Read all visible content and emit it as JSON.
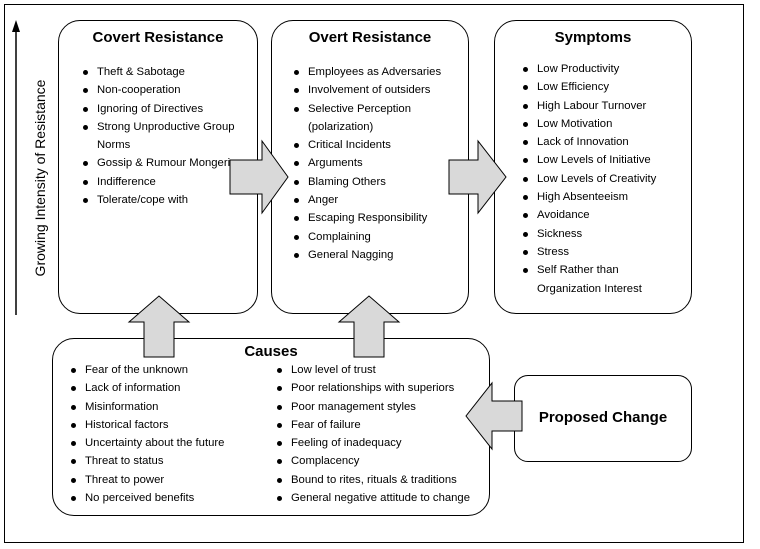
{
  "axis_label": "Growing Intensity of Resistance",
  "covert": {
    "title": "Covert Resistance",
    "items": [
      "Theft & Sabotage",
      "Non-cooperation",
      "Ignoring of Directives",
      "Strong Unproductive Group Norms",
      "Gossip & Rumour Mongering",
      "Indifference",
      "Tolerate/cope with"
    ]
  },
  "overt": {
    "title": "Overt Resistance",
    "items": [
      "Employees as Adversaries",
      "Involvement of outsiders",
      "Selective Perception (polarization)",
      "Critical Incidents",
      "Arguments",
      "Blaming Others",
      "Anger",
      "Escaping Responsibility",
      "Complaining",
      "General Nagging"
    ]
  },
  "symptoms": {
    "title": "Symptoms",
    "items": [
      "Low Productivity",
      "Low Efficiency",
      "High Labour Turnover",
      "Low Motivation",
      "Lack of Innovation",
      "Low Levels of Initiative",
      "Low Levels of Creativity",
      "High Absenteeism",
      "Avoidance",
      "Sickness",
      "Stress",
      "Self Rather than Organization Interest"
    ]
  },
  "causes": {
    "title": "Causes",
    "left_items": [
      "Fear of the unknown",
      "Lack of information",
      "Misinformation",
      "Historical factors",
      "Uncertainty about the future",
      "Threat to status",
      "Threat to power",
      "No perceived benefits"
    ],
    "right_items": [
      "Low level of trust",
      "Poor relationships with superiors",
      "Poor management styles",
      "Fear of failure",
      "Feeling of inadequacy",
      "Complacency",
      "Bound to rites, rituals & traditions",
      "General negative attitude to change"
    ]
  },
  "proposed_change": {
    "title": "Proposed Change"
  },
  "colors": {
    "arrow_fill": "#d9d9d9",
    "border": "#000000"
  }
}
